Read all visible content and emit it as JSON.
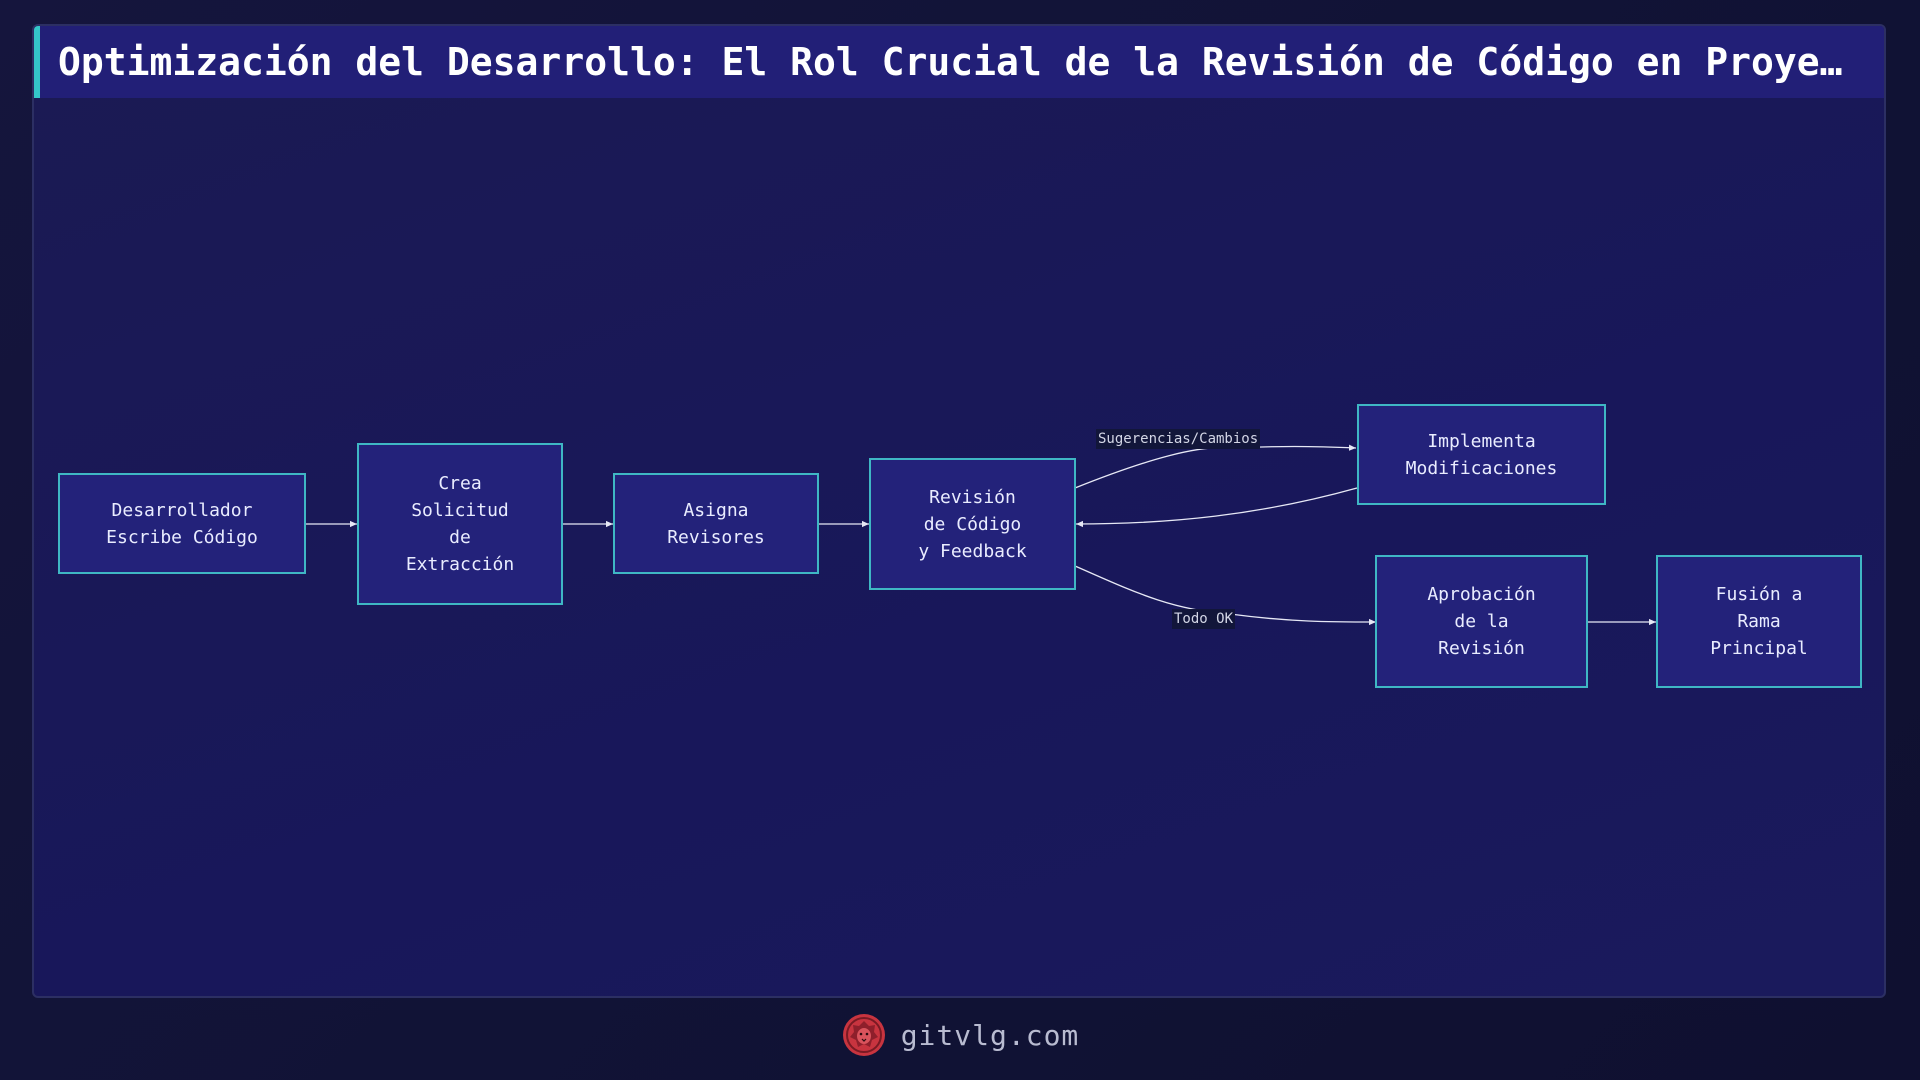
{
  "title": "Optimización del Desarrollo: El Rol Crucial de la Revisión de Código en Proyect…",
  "nodes": {
    "dev": "Desarrollador\nEscribe Código",
    "pr": "Crea\nSolicitud\nde\nExtracción",
    "assign": "Asigna\nRevisores",
    "review": "Revisión\nde Código\ny Feedback",
    "implement": "Implementa\nModificaciones",
    "approval": "Aprobación\nde la\nRevisión",
    "merge": "Fusión a\nRama\nPrincipal"
  },
  "edge_labels": {
    "changes": "Sugerencias/Cambios",
    "ok": "Todo OK"
  },
  "footer": {
    "site": "gitvlg.com",
    "logo_icon": "lion-head-icon"
  },
  "colors": {
    "node_fill": "#23227a",
    "node_border": "#3fb7c4",
    "title_accent": "#34c6c9",
    "logo": "#c8343f"
  }
}
